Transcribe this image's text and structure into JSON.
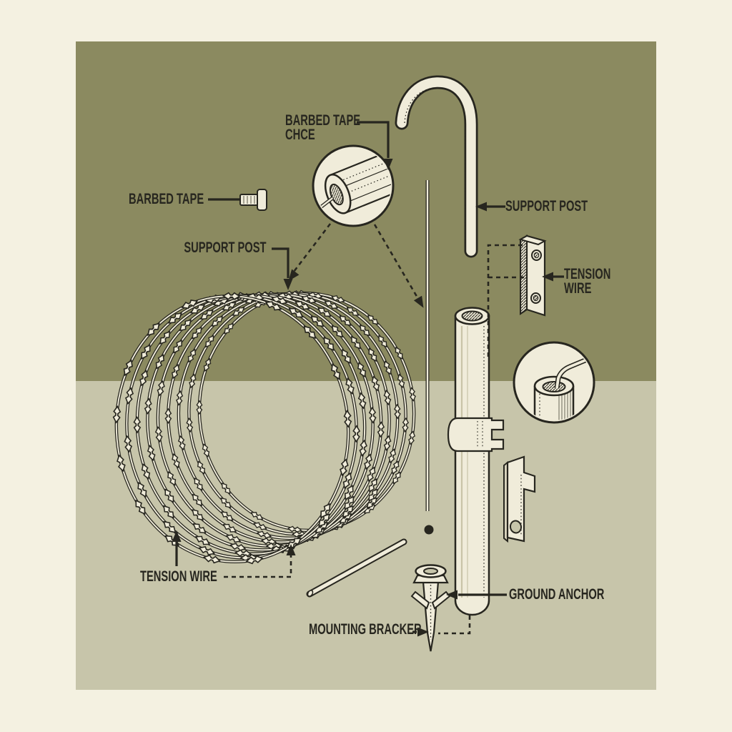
{
  "colors": {
    "page_bg": "#f4f1e1",
    "upper_bg": "#8b8a60",
    "lower_bg": "#c7c5aa",
    "ink": "#27261f",
    "cream": "#f0ecda",
    "shade": "#d8d3bc"
  },
  "labels": {
    "barbed_tape": "BARBED TAPE",
    "barbed_tape_chce": {
      "line1": "BARBED TAPE",
      "line2": "CHCE"
    },
    "support_post_left": "SUPPORT POST",
    "support_post_right": "SUPPORT POST",
    "tension_wire_right": {
      "line1": "TENSION",
      "line2": "WIRE"
    },
    "tension_wire_bottom": "TENSION WIRE",
    "ground_anchor": "GROUND ANCHOR",
    "mounting_bracket": "MOUNTING BRACKER"
  }
}
